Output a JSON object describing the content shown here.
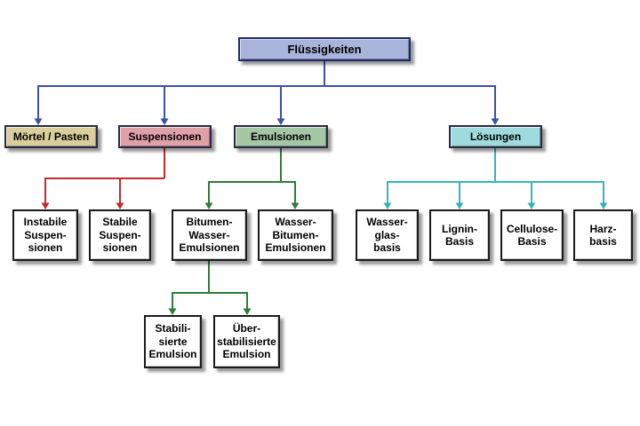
{
  "diagram": {
    "nodes": {
      "fluessigkeiten": {
        "label": "Flüssigkeiten"
      },
      "moertel": {
        "label": "Mörtel / Pasten"
      },
      "suspensionen": {
        "label": "Suspensionen"
      },
      "emulsionen": {
        "label": "Emulsionen"
      },
      "loesungen": {
        "label": "Lösungen"
      },
      "instabile": {
        "label": "Instabile\nSuspen-\nsionen"
      },
      "stabile": {
        "label": "Stabile\nSuspen-\nsionen"
      },
      "bitumen_wasser": {
        "label": "Bitumen-\nWasser-\nEmulsionen"
      },
      "wasser_bitumen": {
        "label": "Wasser-\nBitumen-\nEmulsionen"
      },
      "wasserglas": {
        "label": "Wasser-\nglas-\nbasis"
      },
      "lignin": {
        "label": "Lignin-\nBasis"
      },
      "cellulose": {
        "label": "Cellulose-\nBasis"
      },
      "harz": {
        "label": "Harz-\nbasis"
      },
      "stabilisierte": {
        "label": "Stabili-\nsierte\nEmulsion"
      },
      "ueberstabilisierte": {
        "label": "Über-\nstabilisierte\nEmulsion"
      }
    },
    "edges": [
      {
        "from": "fluessigkeiten",
        "to": "moertel",
        "color": "blue"
      },
      {
        "from": "fluessigkeiten",
        "to": "suspensionen",
        "color": "blue"
      },
      {
        "from": "fluessigkeiten",
        "to": "emulsionen",
        "color": "blue"
      },
      {
        "from": "fluessigkeiten",
        "to": "loesungen",
        "color": "blue"
      },
      {
        "from": "suspensionen",
        "to": "instabile",
        "color": "red"
      },
      {
        "from": "suspensionen",
        "to": "stabile",
        "color": "red"
      },
      {
        "from": "emulsionen",
        "to": "bitumen_wasser",
        "color": "green"
      },
      {
        "from": "emulsionen",
        "to": "wasser_bitumen",
        "color": "green"
      },
      {
        "from": "bitumen_wasser",
        "to": "stabilisierte",
        "color": "green"
      },
      {
        "from": "bitumen_wasser",
        "to": "ueberstabilisierte",
        "color": "green"
      },
      {
        "from": "loesungen",
        "to": "wasserglas",
        "color": "cyan"
      },
      {
        "from": "loesungen",
        "to": "lignin",
        "color": "cyan"
      },
      {
        "from": "loesungen",
        "to": "cellulose",
        "color": "cyan"
      },
      {
        "from": "loesungen",
        "to": "harz",
        "color": "cyan"
      }
    ],
    "colors": {
      "edge_blue": "#3C50A8",
      "edge_red": "#C42B2B",
      "edge_green": "#2E7D3A",
      "edge_cyan": "#35B4BE",
      "fill_root": "#A9B4DB",
      "fill_moertel": "#D9CD9C",
      "fill_suspension": "#E0A0A8",
      "fill_emulsion": "#A5C7A6",
      "fill_loesung": "#9FDBDD",
      "fill_leaf": "#FFFFFF"
    }
  }
}
